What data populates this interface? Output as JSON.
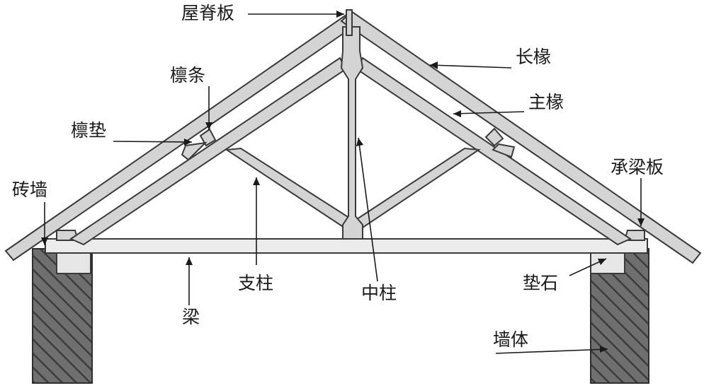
{
  "labels": {
    "ridge_board": "屋脊板",
    "long_rafter": "长椽",
    "purlin": "檩条",
    "main_rafter": "主椽",
    "purlin_block": "檩垫",
    "brick_wall": "砖墙",
    "wall_plate": "承梁板",
    "strut": "支柱",
    "king_post": "中柱",
    "bearing_stone": "垫石",
    "beam": "梁",
    "wall": "墙体"
  },
  "colors": {
    "member_fill": "#d4d4d4",
    "member_stroke": "#3a3a3a",
    "wall_fill": "#6f6f6f",
    "wall_hatch": "#3c3c3c",
    "stone_fill": "#e6e6e6"
  }
}
